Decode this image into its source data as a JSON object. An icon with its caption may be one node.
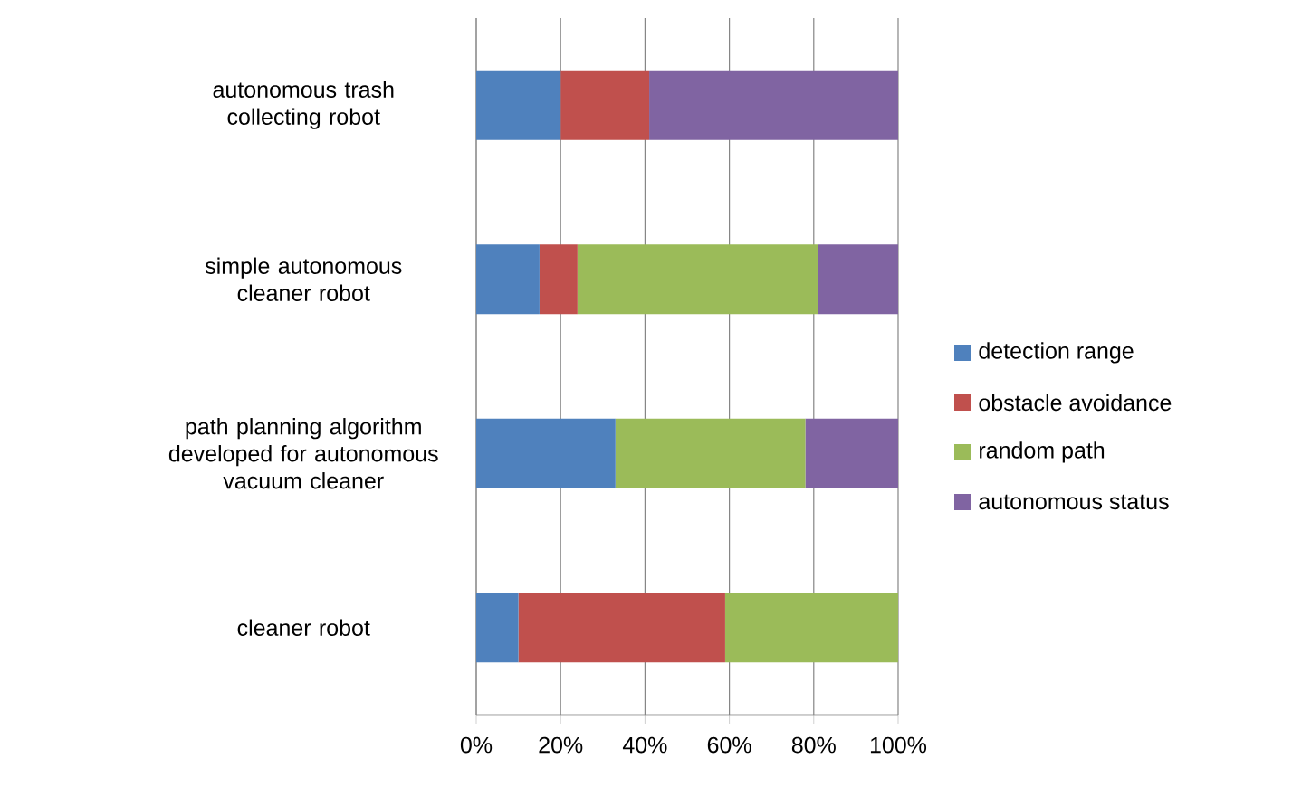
{
  "diagram": {
    "chart_data": {
      "type": "bar",
      "orientation": "horizontal",
      "stacked": true,
      "categories": [
        "autonomous trash collecting robot",
        "simple autonomous cleaner robot",
        "path planning algorithm developed for autonomous vacuum cleaner",
        "cleaner robot"
      ],
      "series": [
        {
          "name": "detection range",
          "color": "#4f81bd",
          "values": [
            20,
            15,
            33,
            10
          ]
        },
        {
          "name": "obstacle avoidance",
          "color": "#c0504d",
          "values": [
            21,
            9,
            0,
            49
          ]
        },
        {
          "name": "random path",
          "color": "#9bbb59",
          "values": [
            0,
            57,
            45,
            41
          ]
        },
        {
          "name": "autonomous status",
          "color": "#8064a2",
          "values": [
            59,
            19,
            22,
            0
          ]
        }
      ],
      "xlim": [
        0,
        100
      ],
      "grid": true,
      "legend": "right",
      "xticks": [
        {
          "value": 0,
          "label": "0%"
        },
        {
          "value": 20,
          "label": "20%"
        },
        {
          "value": 40,
          "label": "40%"
        },
        {
          "value": 60,
          "label": "60%"
        },
        {
          "value": 80,
          "label": "80%"
        },
        {
          "value": 100,
          "label": "100%"
        }
      ]
    }
  }
}
